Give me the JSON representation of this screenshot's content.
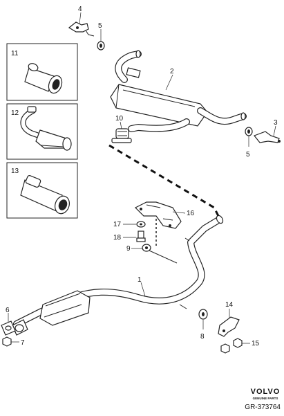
{
  "callouts": {
    "c1": "1",
    "c2": "2",
    "c3": "3",
    "c4": "4",
    "c5a": "5",
    "c5b": "5",
    "c6": "6",
    "c7": "7",
    "c8": "8",
    "c9": "9",
    "c10": "10",
    "c11": "11",
    "c12": "12",
    "c13": "13",
    "c14": "14",
    "c15": "15",
    "c16": "16",
    "c17": "17",
    "c18": "18"
  },
  "brand": {
    "name": "VOLVO",
    "tagline": "GENUINE PARTS",
    "reference": "GR-373764"
  }
}
